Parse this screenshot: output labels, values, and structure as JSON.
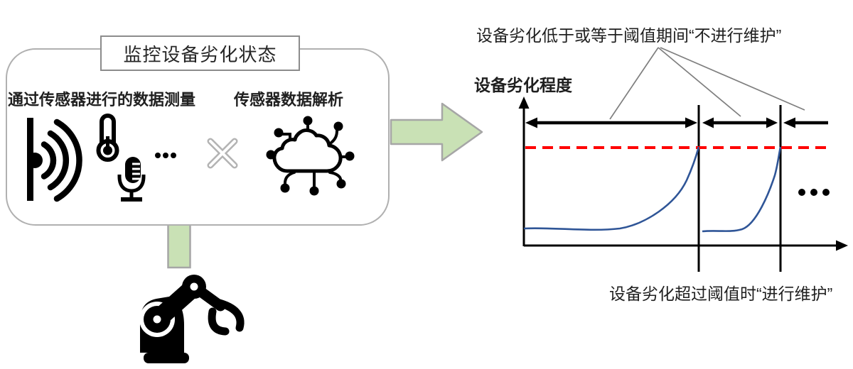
{
  "monitor_box": {
    "title": "监控设备劣化状态",
    "measurement_label": "通过传感器进行的数据测量",
    "analysis_label": "传感器数据解析",
    "icons": [
      "acoustic-wave-icon",
      "thermometer-icon",
      "microphone-icon",
      "ellipsis-icon",
      "multiply-icon",
      "cloud-network-icon"
    ]
  },
  "flow": {
    "right_arrow_icon": "flow-arrow-right",
    "down_connector_icon": "flow-connector-down",
    "robot_icon": "robot-arm-icon"
  },
  "chart": {
    "ylabel": "设备劣化程度",
    "top_annotation": "设备劣化低于或等于阈值期间“不进行维护”",
    "bottom_annotation": "设备劣化超过阈值时“进行维护”",
    "continuation": "ellipsis-dots"
  },
  "colors": {
    "green_fill": "#c9e1b5",
    "green_border": "#a6a6a6",
    "box_border": "#b0b0b0",
    "title_border": "#8c8c8c",
    "threshold_red": "#ff0000",
    "curve_blue": "#2f5597",
    "pointer_gray": "#7f7f7f",
    "text": "#1f1f1f",
    "multiply_gray": "#b3b3b3"
  },
  "chart_data": {
    "type": "line",
    "title": "",
    "xlabel": "",
    "ylabel": "设备劣化程度",
    "axis_ticks": "none",
    "grid": false,
    "legend": false,
    "ylim": [
      0,
      1
    ],
    "xlim": [
      0,
      1
    ],
    "threshold": {
      "y": 0.66,
      "style": "red dashed horizontal line"
    },
    "series": [
      {
        "name": "degradation-cycle-1",
        "x": [
          0.0,
          0.1,
          0.2,
          0.3,
          0.36,
          0.42,
          0.46,
          0.5,
          0.52,
          0.54
        ],
        "y": [
          0.11,
          0.11,
          0.12,
          0.11,
          0.13,
          0.2,
          0.31,
          0.45,
          0.56,
          0.66
        ]
      },
      {
        "name": "degradation-cycle-2",
        "x": [
          0.55,
          0.62,
          0.67,
          0.71,
          0.74,
          0.77,
          0.79
        ],
        "y": [
          0.1,
          0.1,
          0.12,
          0.3,
          0.45,
          0.57,
          0.66
        ]
      }
    ],
    "maintenance_events_x": [
      0.54,
      0.79
    ],
    "no_maintenance_intervals": [
      [
        0.0,
        0.535
      ],
      [
        0.55,
        0.78
      ],
      [
        0.8,
        1.0
      ]
    ],
    "annotations": [
      {
        "text": "设备劣化低于或等于阈值期间“不进行维护”",
        "position": "top",
        "points_to": "interval arrows"
      },
      {
        "text": "设备劣化超过阈值时“进行维护”",
        "position": "bottom",
        "points_to": "vertical maintenance lines"
      }
    ],
    "continues_right": true
  }
}
